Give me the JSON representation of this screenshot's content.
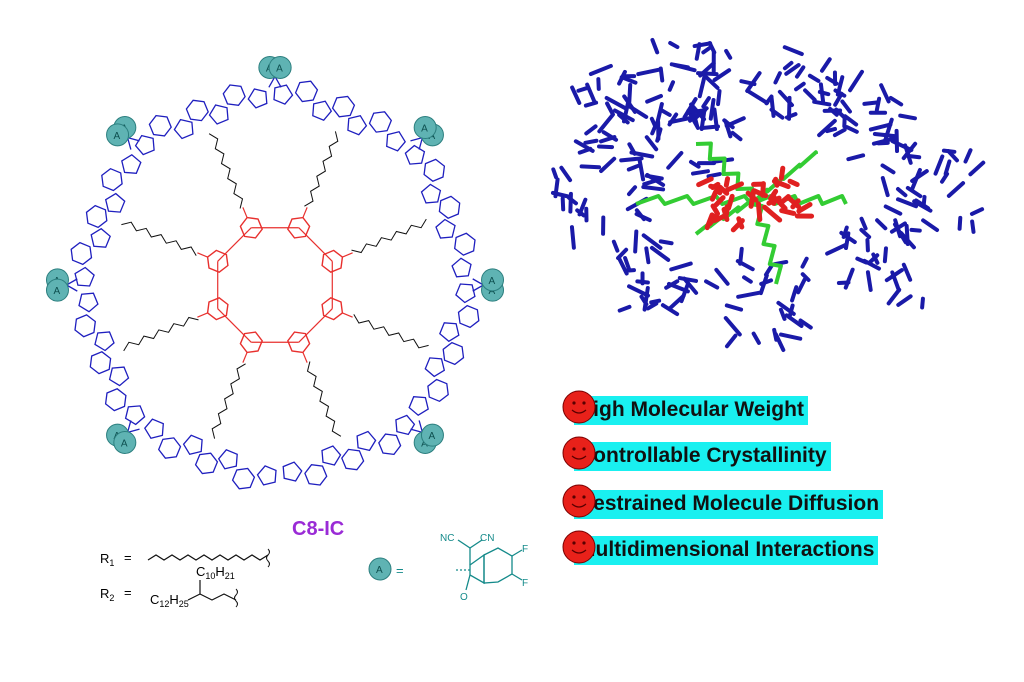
{
  "molecule": {
    "name": "C8-IC"
  },
  "legend": {
    "r1_symbol": "R",
    "r1_sub": "1",
    "equals": "=",
    "r2_symbol": "R",
    "r2_sub": "2",
    "r2_branch_top": "C",
    "r2_branch_top_sub": "10",
    "r2_branch_top_h": "H",
    "r2_branch_top_h_sub": "21",
    "r2_branch_left": "C",
    "r2_branch_left_sub": "12",
    "r2_branch_left_h": "H",
    "r2_branch_left_h_sub": "25",
    "a_symbol": "A",
    "a_nc1": "NC",
    "a_cn2": "CN",
    "a_f1": "F",
    "a_f2": "F",
    "a_o": "O"
  },
  "features": [
    {
      "label": "High Molecular Weight"
    },
    {
      "label": "Controllable Crystallinity"
    },
    {
      "label": "Restrained  Molecule Diffusion"
    },
    {
      "label": "Multidimensional Interactions"
    }
  ],
  "colors": {
    "core": "#e8302e",
    "arm": "#1f1fbf",
    "end_group": "#5fb3b3",
    "linker_3d": "#33cc33",
    "core_3d": "#e02020",
    "arm_3d": "#1a1aa8",
    "highlight": "#19f0f0",
    "name": "#9a2bd6"
  }
}
